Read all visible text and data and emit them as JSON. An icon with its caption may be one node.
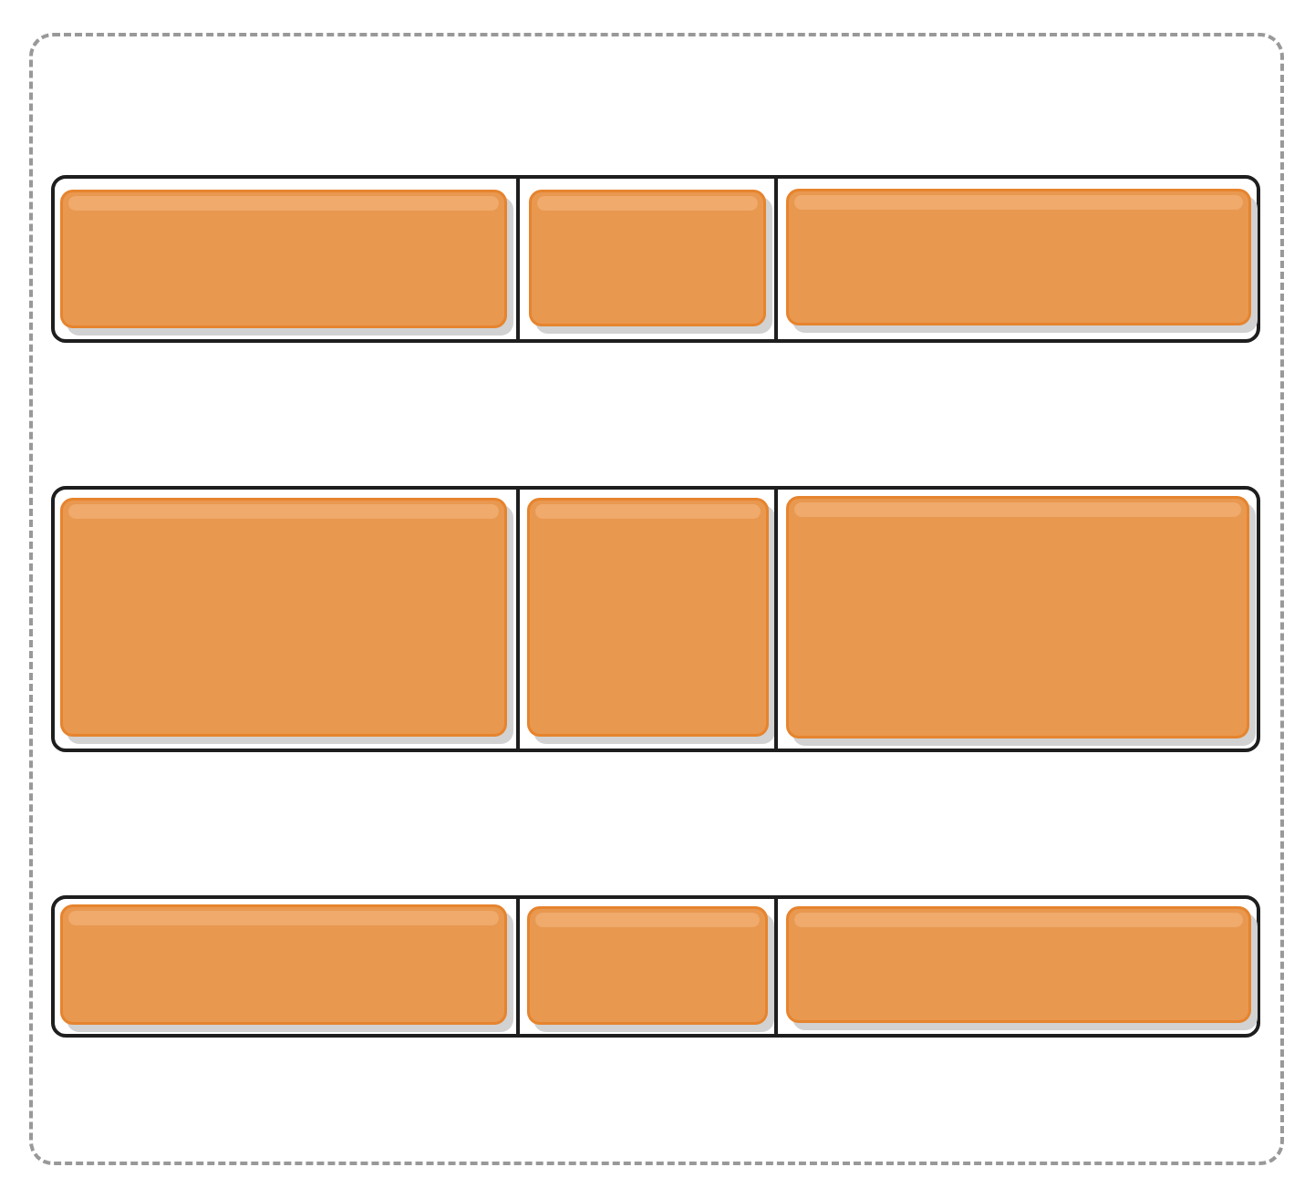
{
  "diagram": {
    "nodes": [
      {
        "text": [],
        "shape": "box"
      },
      {
        "text": [],
        "shape": "box",
        "in": 0
      },
      {
        "text": [],
        "shape": "box",
        "in": 1
      },
      {
        "text": [],
        "shape": "box",
        "in": 1
      },
      {
        "text": [],
        "shape": "box",
        "in": 1
      },
      {
        "text": [],
        "shape": "box",
        "in": 0
      },
      {
        "text": [],
        "shape": "box",
        "in": 5
      },
      {
        "text": [],
        "shape": "box",
        "in": 5
      },
      {
        "text": [],
        "shape": "box",
        "in": 5
      },
      {
        "text": [],
        "shape": "box",
        "in": 0
      },
      {
        "text": [],
        "shape": "box",
        "in": 9
      },
      {
        "text": [],
        "shape": "box",
        "in": 9
      },
      {
        "text": [],
        "shape": "box",
        "in": 9
      }
    ]
  }
}
